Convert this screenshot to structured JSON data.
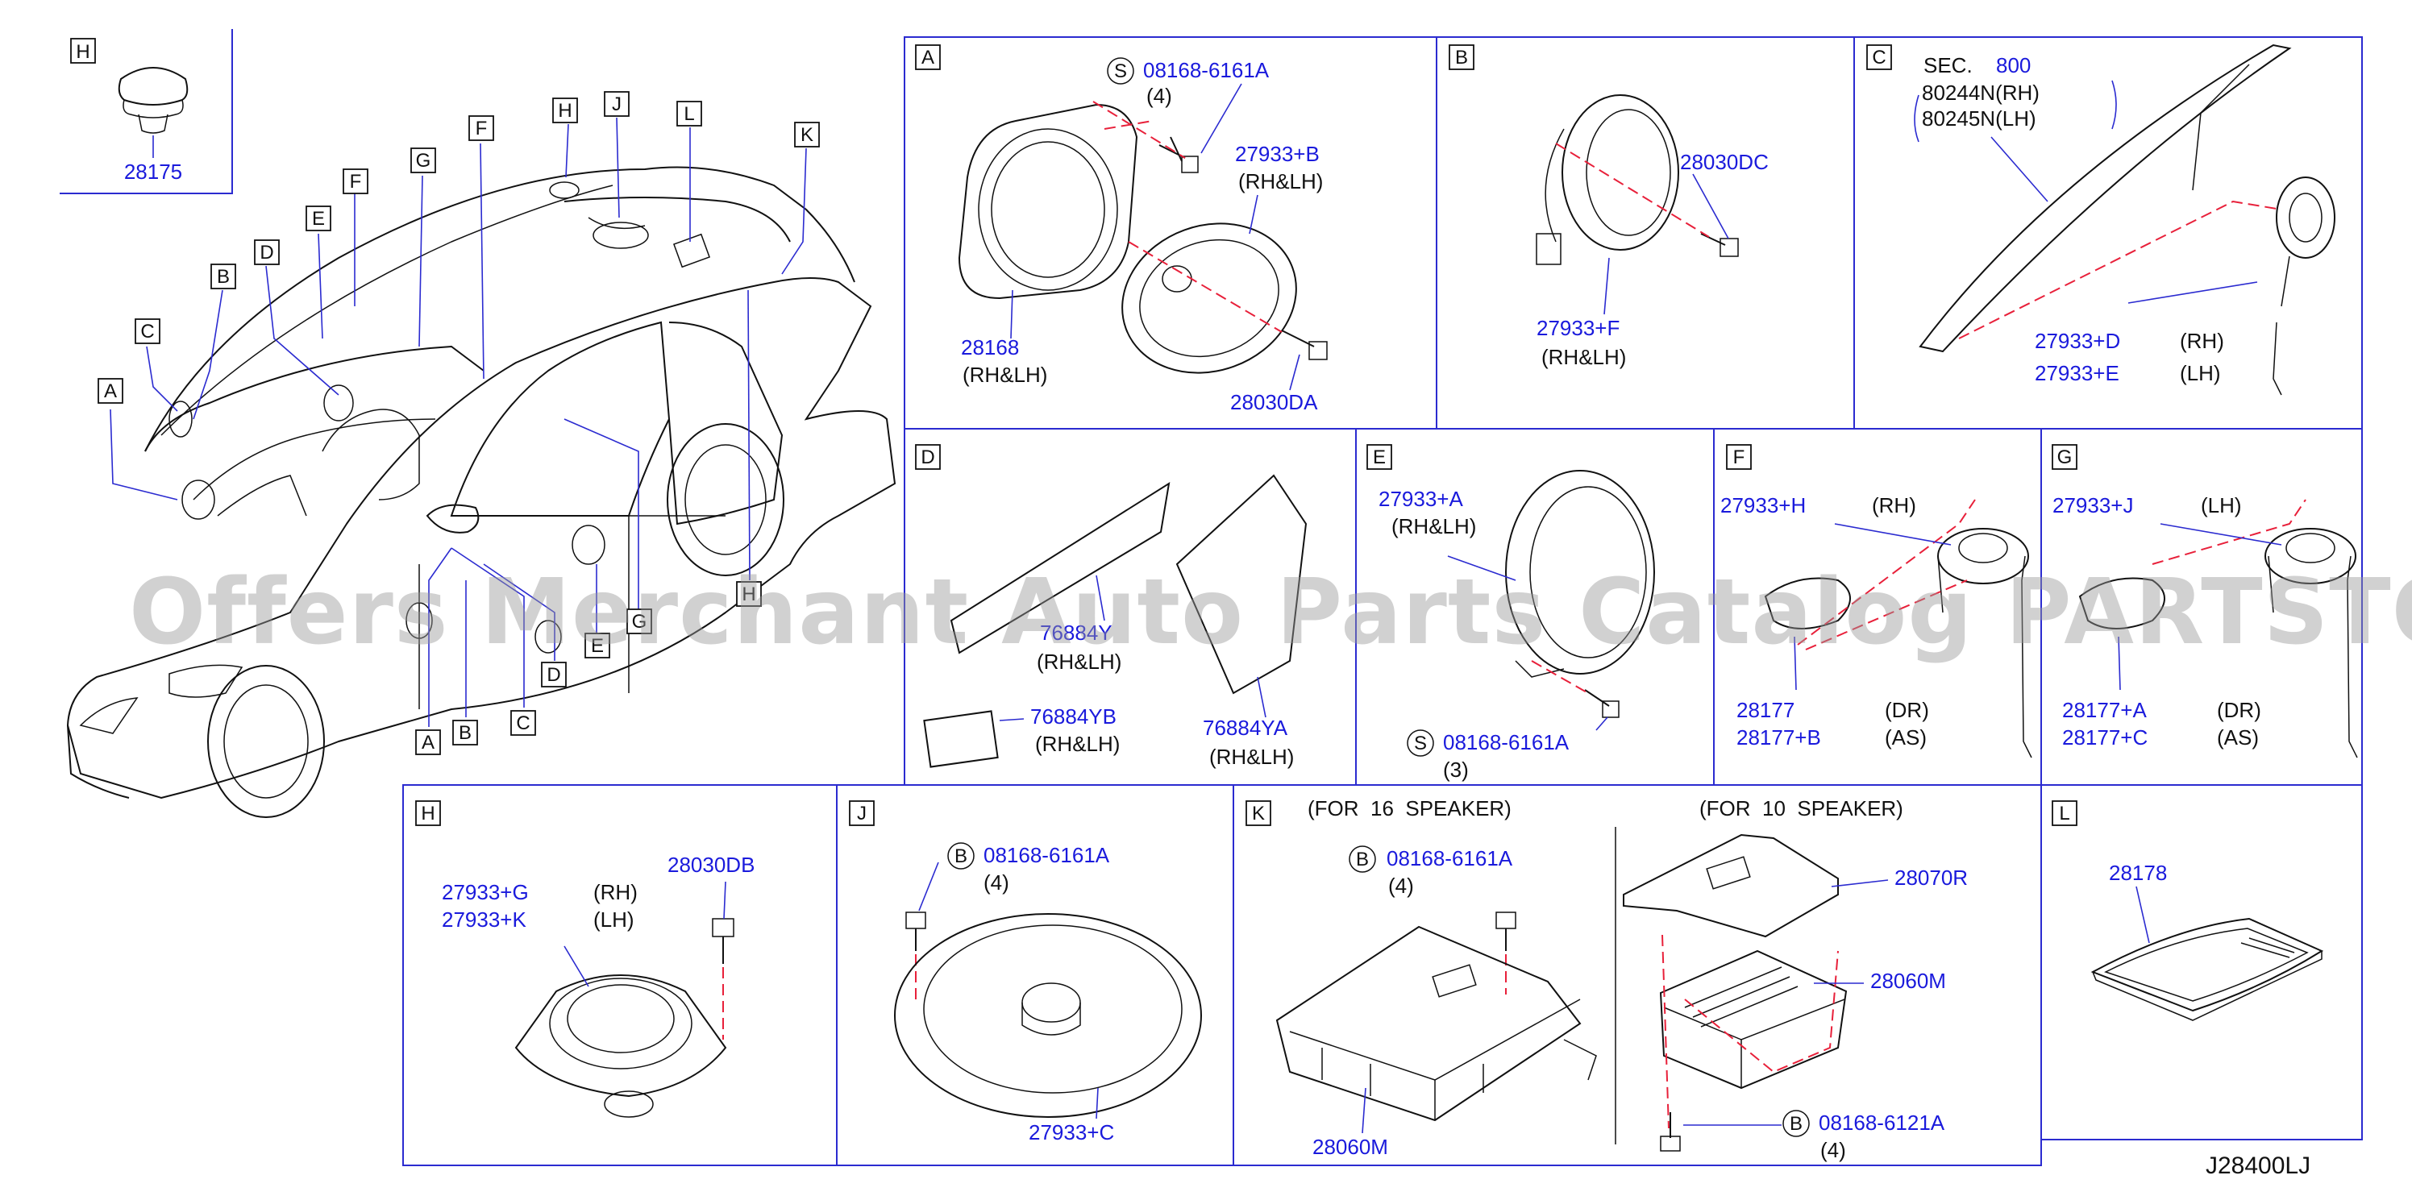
{
  "diagram_id": "J28400LJ",
  "watermark": "Offers Merchant Auto Parts Catalog PARTSTORE.SA",
  "colors": {
    "part_number": "#1a1adc",
    "dash": "#e8203a",
    "line": "#111111",
    "frame": "#2b2bd0"
  },
  "overview": {
    "top_left_tag": "H",
    "top_left_part": "28175",
    "callouts_top": [
      "H",
      "J",
      "L",
      "K",
      "F",
      "G",
      "F",
      "E",
      "D",
      "B",
      "C",
      "A"
    ],
    "callouts_bottom": [
      "A",
      "B",
      "C",
      "D",
      "E",
      "G",
      "H"
    ]
  },
  "panel_A": {
    "tag": "A",
    "screw_symbol": "S",
    "screw_part": "08168-6161A",
    "screw_qty": "(4)",
    "speaker_part": "27933+B",
    "speaker_side": "(RH&LH)",
    "bracket_part": "28168",
    "bracket_side": "(RH&LH)",
    "bolt_part": "28030DA"
  },
  "panel_B": {
    "tag": "B",
    "bolt_part": "28030DC",
    "speaker_part": "27933+F",
    "speaker_side": "(RH&LH)"
  },
  "panel_C": {
    "tag": "C",
    "sec_label": "SEC.",
    "sec_number": "800",
    "ref1": "80244N(RH)",
    "ref2": "80245N(LH)",
    "part_rh": "27933+D",
    "rh": "(RH)",
    "part_lh": "27933+E",
    "lh": "(LH)"
  },
  "panel_D": {
    "tag": "D",
    "part1": "76884Y",
    "part1_side": "(RH&LH)",
    "part2": "76884YB",
    "part2_side": "(RH&LH)",
    "part3": "76884YA",
    "part3_side": "(RH&LH)"
  },
  "panel_E": {
    "tag": "E",
    "speaker_part": "27933+A",
    "speaker_side": "(RH&LH)",
    "screw_symbol": "S",
    "screw_part": "08168-6161A",
    "screw_qty": "(3)"
  },
  "panel_F": {
    "tag": "F",
    "tweeter_part": "27933+H",
    "tweeter_side": "(RH)",
    "cover1": "28177",
    "cover1_side": "(DR)",
    "cover2": "28177+B",
    "cover2_side": "(AS)"
  },
  "panel_G": {
    "tag": "G",
    "tweeter_part": "27933+J",
    "tweeter_side": "(LH)",
    "cover1": "28177+A",
    "cover1_side": "(DR)",
    "cover2": "28177+C",
    "cover2_side": "(AS)"
  },
  "panel_H": {
    "tag": "H",
    "part_rh": "27933+G",
    "rh": "(RH)",
    "part_lh": "27933+K",
    "lh": "(LH)",
    "bolt_part": "28030DB"
  },
  "panel_J": {
    "tag": "J",
    "screw_symbol": "B",
    "screw_part": "08168-6161A",
    "screw_qty": "(4)",
    "speaker_part": "27933+C"
  },
  "panel_K": {
    "tag": "K",
    "heading_16": "(FOR  16  SPEAKER)",
    "heading_10": "(FOR  10  SPEAKER)",
    "screw_symbol_1": "B",
    "screw_part_1": "08168-6161A",
    "screw_qty_1": "(4)",
    "amp_part_16": "28060M",
    "bracket_part": "28070R",
    "amp_part_10": "28060M",
    "screw_symbol_2": "B",
    "screw_part_2": "08168-6121A",
    "screw_qty_2": "(4)"
  },
  "panel_L": {
    "tag": "L",
    "grille_part": "28178"
  }
}
